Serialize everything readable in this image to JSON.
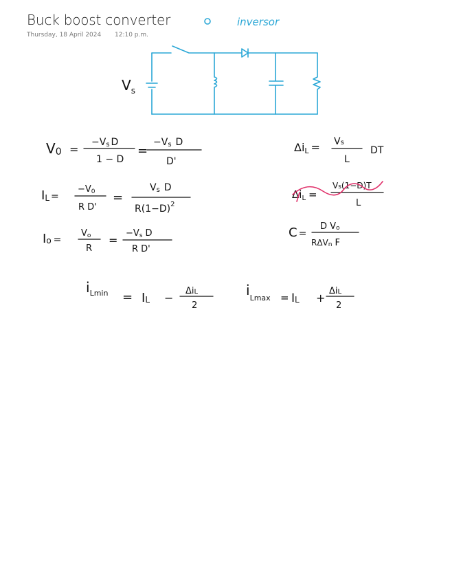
{
  "page": {
    "title": "Buck boost converter",
    "date": "Thursday, 18 April 2024",
    "time": "12:10 p.m."
  },
  "annotations": {
    "bullet": "o",
    "note": "inversor"
  },
  "circuit": {
    "source_label": "V",
    "source_sub": "s",
    "components": [
      "battery",
      "switch",
      "inductor",
      "diode",
      "capacitor",
      "resistor"
    ],
    "color": "#2aa7d6"
  },
  "equations": {
    "vo": {
      "lhs": "V",
      "lhs_sub": "0",
      "eq1": "=",
      "num1": "−V",
      "num1_sub": "s",
      "num1_tail": "D",
      "den1": "1 − D",
      "eq2": "=",
      "num2": "−V",
      "num2_sub": "s",
      "num2_tail": "D",
      "den2": "D'"
    },
    "il": {
      "lhs": "I",
      "lhs_sub": "L",
      "eq1": "=",
      "num1": "−V",
      "num1_sub": "0",
      "den1": "R D'",
      "eq2": "=",
      "num2": "V",
      "num2_sub": "s",
      "num2_tail": "D",
      "den2": "R(1−D)",
      "den2_sup": "2"
    },
    "io": {
      "lhs": "I",
      "lhs_sub": "o",
      "eq1": "=",
      "num1": "V",
      "num1_sub": "o",
      "den1": "R",
      "eq2": "=",
      "num2": "−V",
      "num2_sub": "s",
      "num2_tail": "D",
      "den2": "R D'"
    },
    "delta_il": {
      "lhs": "Δi",
      "lhs_sub": "L",
      "eq": "=",
      "num": "V",
      "num_sub": "s",
      "den": "L",
      "tail": "DT"
    },
    "delta_il_struck": {
      "lhs": "Δi",
      "lhs_sub": "L",
      "eq": "=",
      "num": "V",
      "num_sub": "s",
      "num_tail": "(1−D)T",
      "den": "L",
      "strike_color": "#e0306a"
    },
    "c": {
      "lhs": "C",
      "eq": "=",
      "num": "D V",
      "num_sub": "o",
      "den": "RΔV",
      "den_sub": "n",
      "den_tail": "F"
    },
    "il_min": {
      "lhs": "i",
      "lhs_sub": "Lmin",
      "eq": "=",
      "term": "I",
      "term_sub": "L",
      "op": "−",
      "num": "Δi",
      "num_sub": "L",
      "den": "2"
    },
    "il_max": {
      "lhs": "i",
      "lhs_sub": "Lmax",
      "eq": "=",
      "term": "I",
      "term_sub": "L",
      "op": "+",
      "num": "Δi",
      "num_sub": "L",
      "den": "2"
    }
  }
}
